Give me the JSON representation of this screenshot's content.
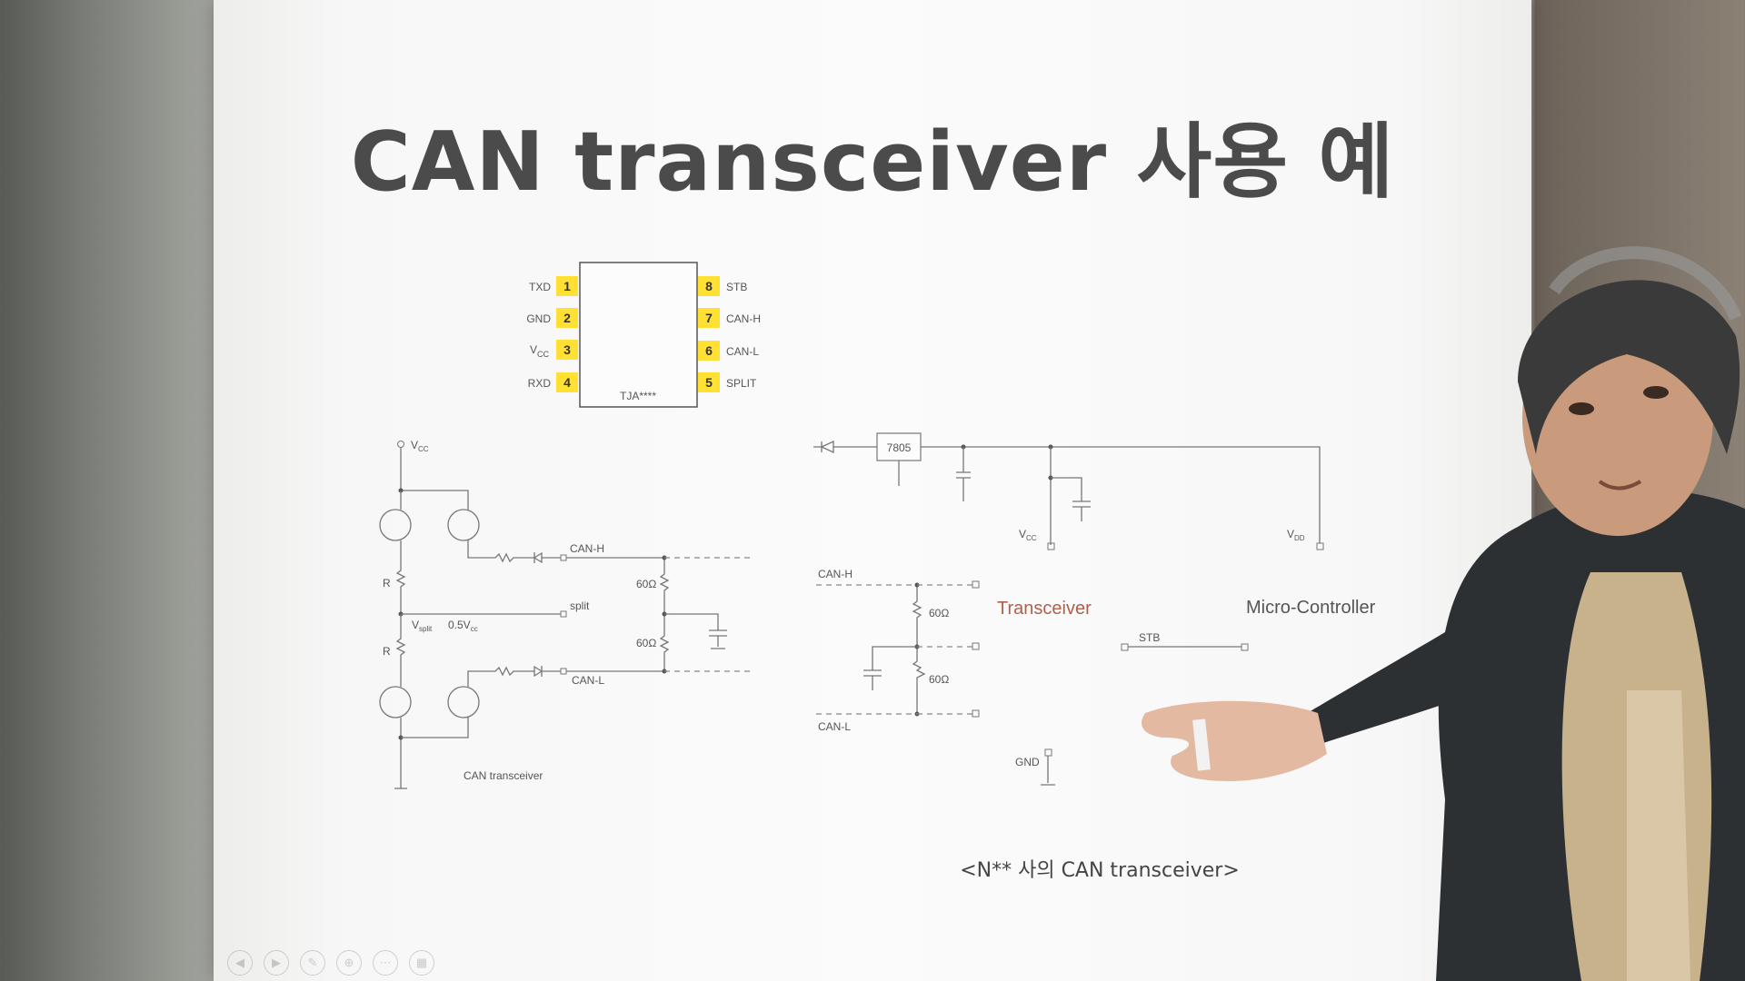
{
  "slide": {
    "title": "CAN transceiver 사용 예",
    "caption": "<N** 사의 CAN transceiver>"
  },
  "chip": {
    "name": "TJA****",
    "left_pins": [
      {
        "num": "1",
        "label": "TXD"
      },
      {
        "num": "2",
        "label": "GND"
      },
      {
        "num": "3",
        "label": "V",
        "sub": "CC"
      },
      {
        "num": "4",
        "label": "RXD"
      }
    ],
    "right_pins": [
      {
        "num": "8",
        "label": "STB"
      },
      {
        "num": "7",
        "label": "CAN-H"
      },
      {
        "num": "6",
        "label": "CAN-L"
      },
      {
        "num": "5",
        "label": "SPLIT"
      }
    ]
  },
  "left_circuit": {
    "vcc": "V",
    "vcc_sub": "CC",
    "r_top": "R",
    "r_bottom": "R",
    "can_h": "CAN-H",
    "split": "split",
    "vsplit": "V",
    "vsplit_sub": "split",
    "half_vcc": "0.5V",
    "half_vcc_sub": "cc",
    "res_top": "60Ω",
    "res_bottom": "60Ω",
    "can_l": "CAN-L",
    "caption": "CAN transceiver"
  },
  "right_circuit": {
    "regulator": "7805",
    "vcc": "V",
    "vcc_sub": "CC",
    "vdd": "V",
    "vdd_sub": "DD",
    "can_h": "CAN-H",
    "can_l": "CAN-L",
    "res_top": "60Ω",
    "res_bottom": "60Ω",
    "transceiver": "Transceiver",
    "microcontroller": "Micro-Controller",
    "stb": "STB",
    "gnd": "GND"
  },
  "colors": {
    "pin_highlight": "#ffe033",
    "transceiver_label": "#b0604a",
    "title_text": "#4b4b4b"
  },
  "controls": [
    "prev-icon",
    "next-icon",
    "pen-icon",
    "zoom-icon",
    "more-icon",
    "slides-icon"
  ]
}
